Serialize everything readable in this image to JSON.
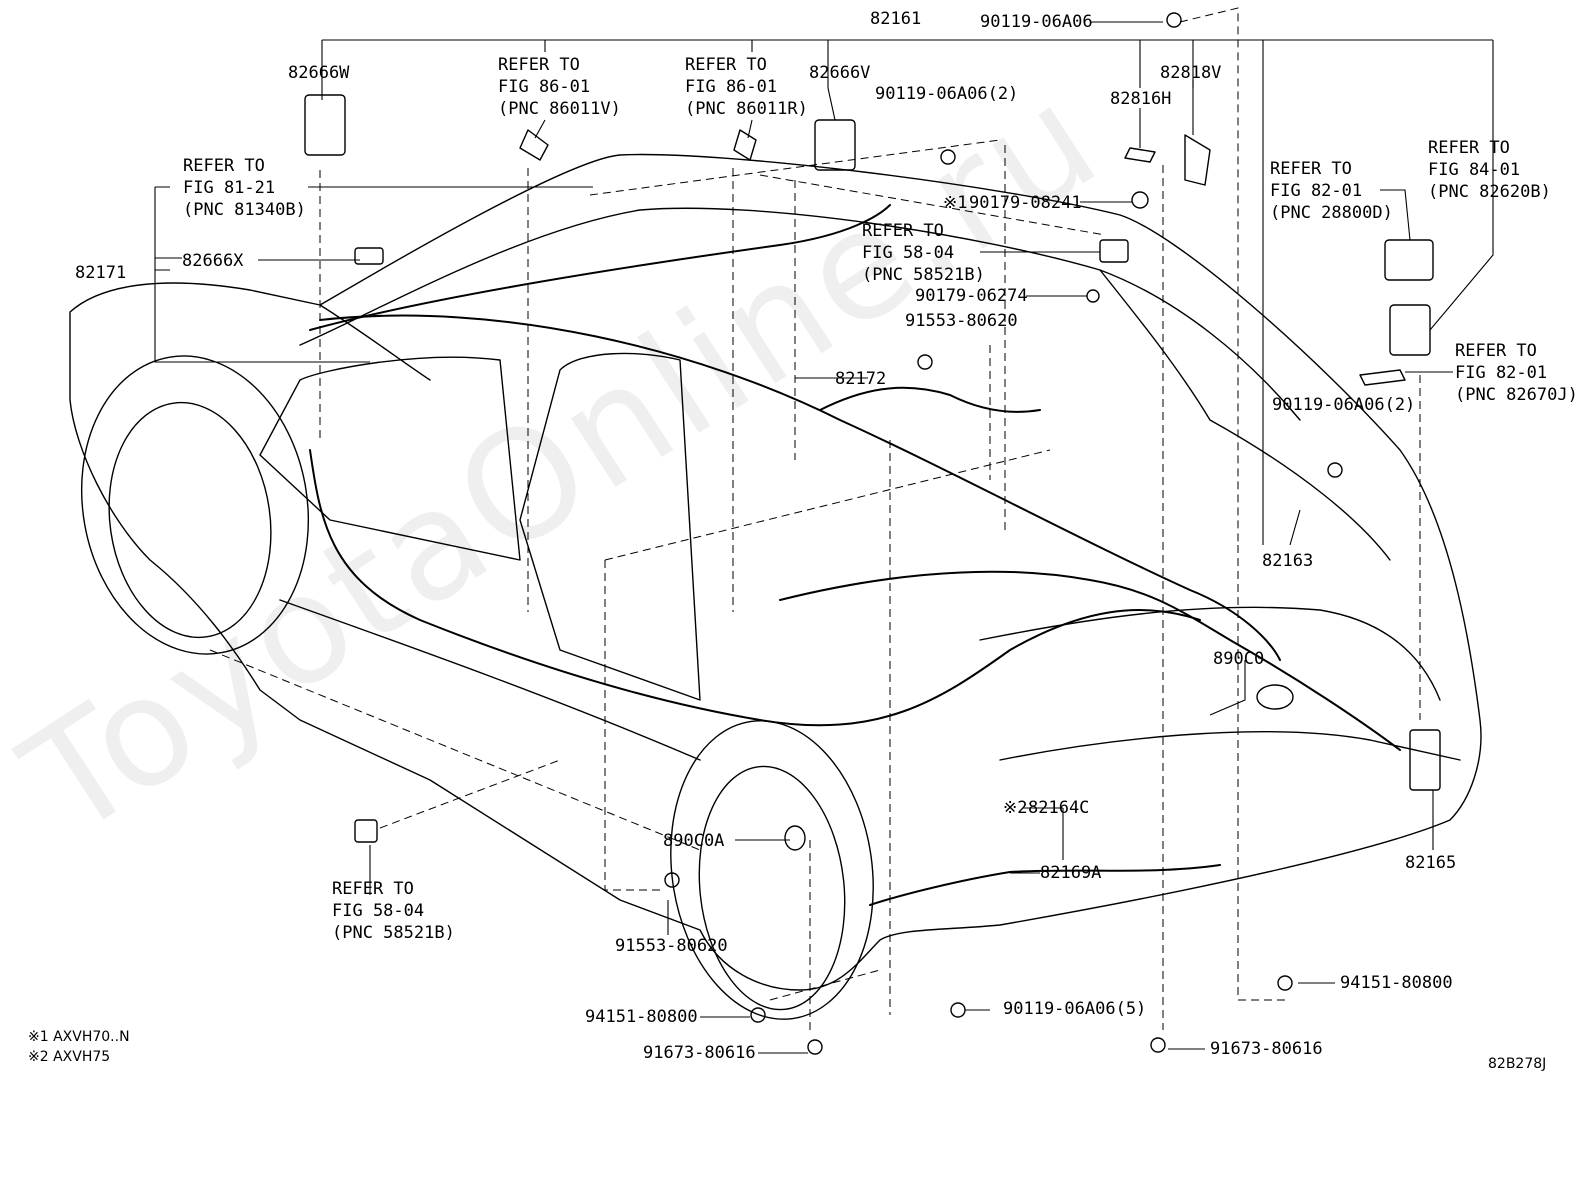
{
  "watermark": "ToyotaOnline.ru",
  "labels": {
    "p82161": "82161",
    "p82666W": "82666W",
    "p82666V": "82666V",
    "p82666X": "82666X",
    "p82171": "82171",
    "p82172": "82172",
    "p82816H": "82816H",
    "p82818V": "82818V",
    "p82163": "82163",
    "p82165": "82165",
    "p82164C": "82164C",
    "p82169A": "82169A",
    "p890C0": "890C0",
    "p890C0A": "890C0A",
    "b9011906A06_top": "90119-06A06",
    "b9011906A06_2a": "90119-06A06(2)",
    "b9011906A06_2b": "90119-06A06(2)",
    "b9011906A06_5": "90119-06A06(5)",
    "b9017908241": "90179-08241",
    "b9017906274": "90179-06274",
    "b9155380620_a": "91553-80620",
    "b9155380620_b": "91553-80620",
    "b9415180800_a": "94151-80800",
    "b9415180800_b": "94151-80800",
    "b9167380616_a": "91673-80616",
    "b9167380616_b": "91673-80616"
  },
  "marks": {
    "m1": "※1",
    "m2": "※2"
  },
  "refs": {
    "fig8121": [
      "REFER TO",
      "FIG 81-21",
      "(PNC 81340B)"
    ],
    "fig8601v": [
      "REFER TO",
      "FIG 86-01",
      "(PNC 86011V)"
    ],
    "fig8601r": [
      "REFER TO",
      "FIG 86-01",
      "(PNC 86011R)"
    ],
    "fig5804a": [
      "REFER TO",
      "FIG 58-04",
      "(PNC 58521B)"
    ],
    "fig8201a": [
      "REFER TO",
      "FIG 82-01",
      "(PNC 28800D)"
    ],
    "fig8401": [
      "REFER TO",
      "FIG 84-01",
      "(PNC 82620B)"
    ],
    "fig8201b": [
      "REFER TO",
      "FIG 82-01",
      "(PNC 82670J)"
    ],
    "fig5804b": [
      "REFER TO",
      "FIG 58-04",
      "(PNC 58521B)"
    ]
  },
  "notes": {
    "n1": "※1 AXVH70..N",
    "n2": "※2 AXVH75"
  },
  "figure_code": "82B278J"
}
